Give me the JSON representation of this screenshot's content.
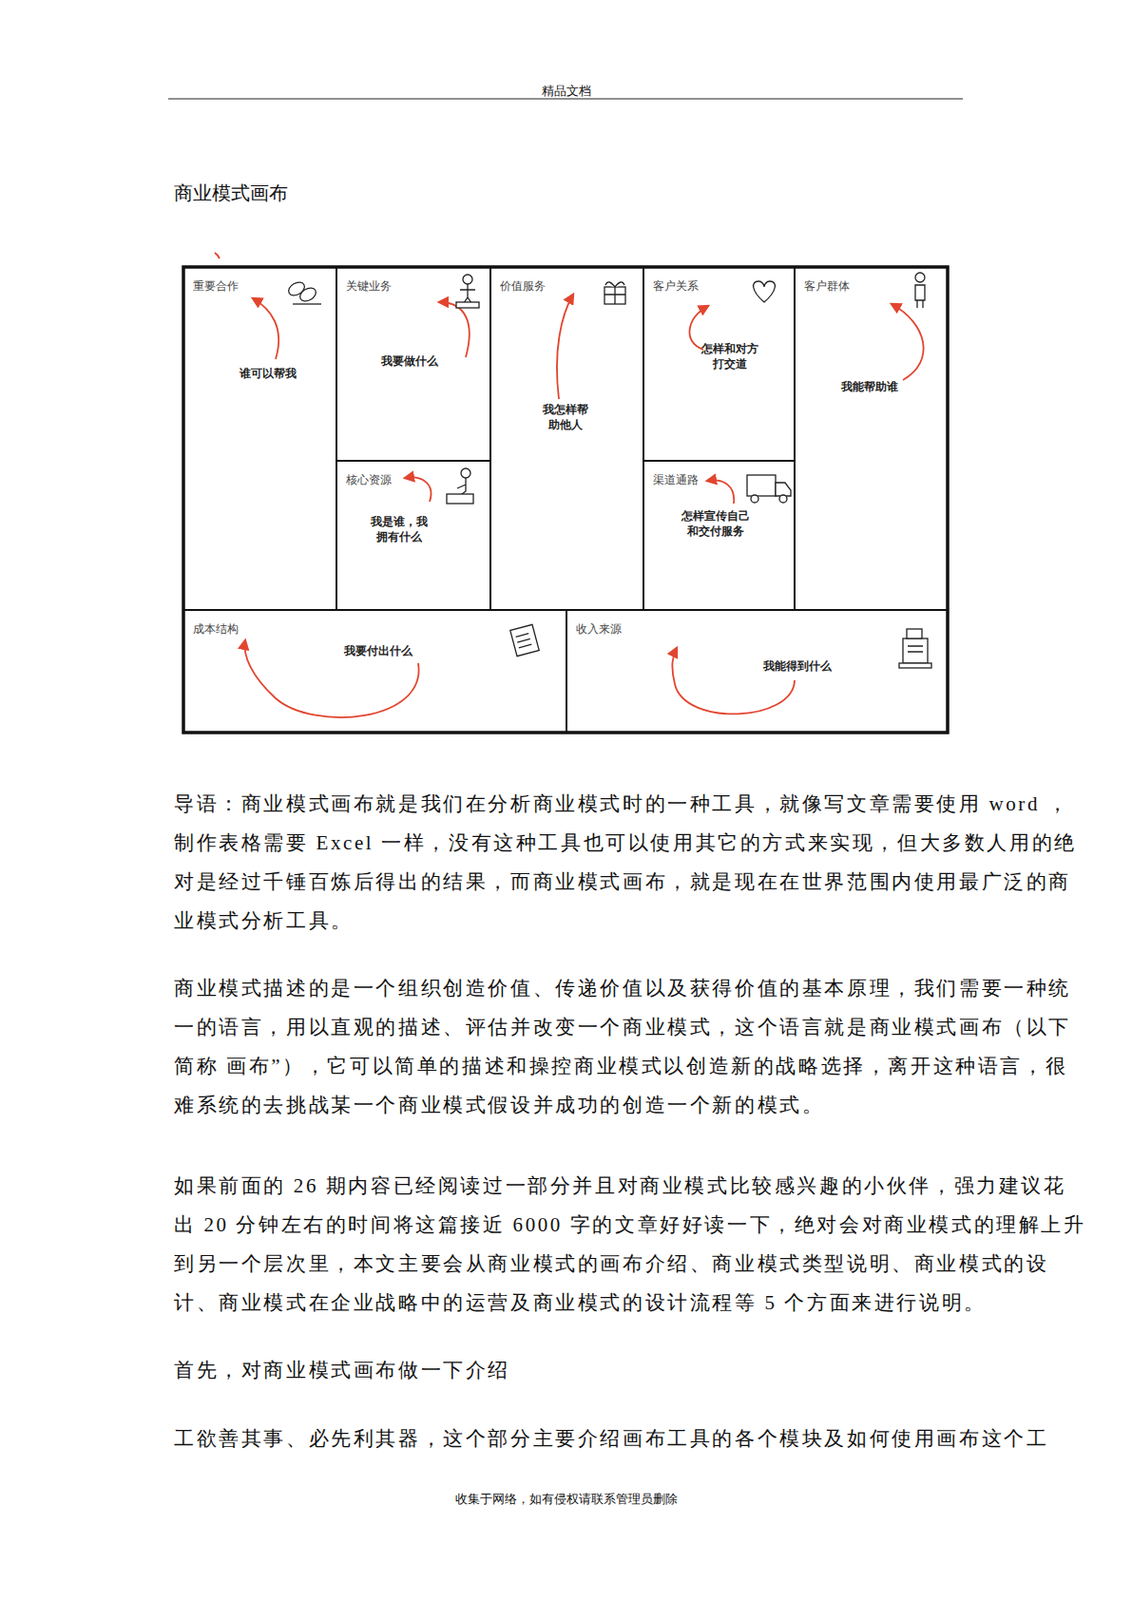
{
  "diagram": {
    "title": "商业模式画布",
    "nodes": [
      {
        "text": [
          "重要合作",
          "谁可以帮我"
        ]
      },
      {
        "text": [
          "关键业务",
          "我要做什么"
        ]
      },
      {
        "text": [
          "价值服务",
          "我怎样帮助他人"
        ]
      },
      {
        "text": [
          "客户关系",
          "怎样和对方打交道"
        ]
      },
      {
        "text": [
          "客户群体",
          "我能帮助谁"
        ]
      },
      {
        "text": [
          "核心资源",
          "我是谁，我拥有什么"
        ]
      },
      {
        "text": [
          "渠道通路",
          "怎样宣传自己和交付服务"
        ]
      },
      {
        "text": [
          "成本结构",
          "我要付出什么"
        ]
      },
      {
        "text": [
          "收入来源",
          "我能得到什么"
        ]
      }
    ],
    "labels": [
      "精品文档",
      "导语：商业模式画布就是我们在分析商业模式时的一种工具，就像写文章需要使用 word ，制作表格需要 Excel 一样，没有这种工具也可以使用其它的方式来实现，但大多数人用的绝对是经过千锤百炼后得出的结果，而商业模式画布，就是现在在世界范围内使用最广泛的商业模式分析工具。",
      "商业模式描述的是一个组织创造价值、传递价值以及获得价值的基本原理，我们需要一种统一的语言，用以直观的描述、评估并改变一个商业模式，这个语言就是商业模式画布（以下简称 画布”），它可以简单的描述和操控商业模式以创造新的战略选择，离开这种语言，很难系统的去挑战某一个商业模式假设并成功的创造一个新的模式。",
      "如果前面的 26 期内容已经阅读过一部分并且对商业模式比较感兴趣的小伙伴，强力建议花出 20 分钟左右的时间将这篇接近 6000 字的文章好好读一下，绝对会对商业模式的理解上升到另一个层次里，本文主要会从商业模式的画布介绍、商业模式类型说明、商业模式的设计、商业模式在企业战略中的运营及商业模式的设计流程等 5 个方面来进行说明。",
      "首先，对商业模式画布做一下介绍",
      "工欲善其事、必先利其器，这个部分主要介绍画布工具的各个模块及如何使用画布这个工",
      "收集于网络，如有侵权请联系管理员删除"
    ]
  }
}
